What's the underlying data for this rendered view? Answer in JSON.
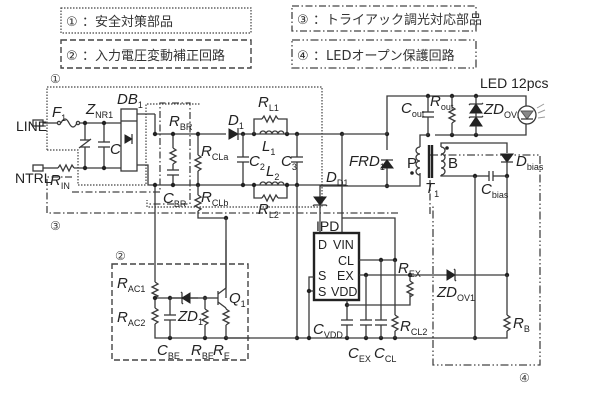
{
  "legend": {
    "item1": {
      "number": "①",
      "text": "：安全対策部品"
    },
    "item2": {
      "number": "②",
      "text": "：入力電圧変動補正回路"
    },
    "item3": {
      "number": "③",
      "text": "：トライアック調光対応部品"
    },
    "item4": {
      "number": "④",
      "text": "：LEDオープン保護回路"
    }
  },
  "region_markers": {
    "r1": "①",
    "r2": "②",
    "r3": "③",
    "r4": "④"
  },
  "terminals": {
    "line": "LINE",
    "ntrl": "NTRL"
  },
  "load": {
    "label": "LED 12pcs"
  },
  "components": {
    "F1": {
      "main": "F",
      "sub": "1"
    },
    "ZNR1": {
      "main": "Z",
      "sub": "NR1"
    },
    "C1": {
      "main": "C",
      "sub": "1"
    },
    "DB1": {
      "main": "DB",
      "sub": "1"
    },
    "RIN": {
      "main": "R",
      "sub": "IN"
    },
    "RBR": {
      "main": "R",
      "sub": "BR"
    },
    "CBR": {
      "main": "C",
      "sub": "BR"
    },
    "RCLa": {
      "main": "R",
      "sub": "CLa"
    },
    "RCLb": {
      "main": "R",
      "sub": "CLb"
    },
    "D1": {
      "main": "D",
      "sub": "1"
    },
    "RL1": {
      "main": "R",
      "sub": "L1"
    },
    "L1": {
      "main": "L",
      "sub": "1"
    },
    "C2": {
      "main": "C",
      "sub": "2"
    },
    "L2": {
      "main": "L",
      "sub": "2"
    },
    "C3": {
      "main": "C",
      "sub": "3"
    },
    "RL2": {
      "main": "R",
      "sub": "L2"
    },
    "DD1": {
      "main": "D",
      "sub": "D1"
    },
    "FRD1": {
      "main": "FRD",
      "sub": "1"
    },
    "Cout": {
      "main": "C",
      "sub": "out"
    },
    "Rout": {
      "main": "R",
      "sub": "out"
    },
    "ZDOV2": {
      "main": "ZD",
      "sub": "OV2"
    },
    "T1": {
      "main": "T",
      "sub": "1"
    },
    "P": {
      "main": "P"
    },
    "B": {
      "main": "B"
    },
    "Dbias": {
      "main": "D",
      "sub": "bias"
    },
    "Cbias": {
      "main": "C",
      "sub": "bias"
    },
    "REX": {
      "main": "R",
      "sub": "EX"
    },
    "ZDOV1": {
      "main": "ZD",
      "sub": "OV1"
    },
    "RB": {
      "main": "R",
      "sub": "B"
    },
    "CVDD": {
      "main": "C",
      "sub": "VDD"
    },
    "CEX": {
      "main": "C",
      "sub": "EX"
    },
    "CCL": {
      "main": "C",
      "sub": "CL"
    },
    "RCL2": {
      "main": "R",
      "sub": "CL2"
    },
    "RAC1": {
      "main": "R",
      "sub": "AC1"
    },
    "RAC2": {
      "main": "R",
      "sub": "AC2"
    },
    "ZD1": {
      "main": "ZD",
      "sub": "1"
    },
    "Q1": {
      "main": "Q",
      "sub": "1"
    },
    "CBE": {
      "main": "C",
      "sub": "BE"
    },
    "RBE": {
      "main": "R",
      "sub": "BE"
    },
    "RE": {
      "main": "R",
      "sub": "E"
    }
  },
  "ic": {
    "name": "IPD",
    "pins": {
      "D": "D",
      "VIN": "VIN",
      "CL": "CL",
      "S1": "S",
      "EX": "EX",
      "S2": "S",
      "VDD": "VDD"
    }
  }
}
